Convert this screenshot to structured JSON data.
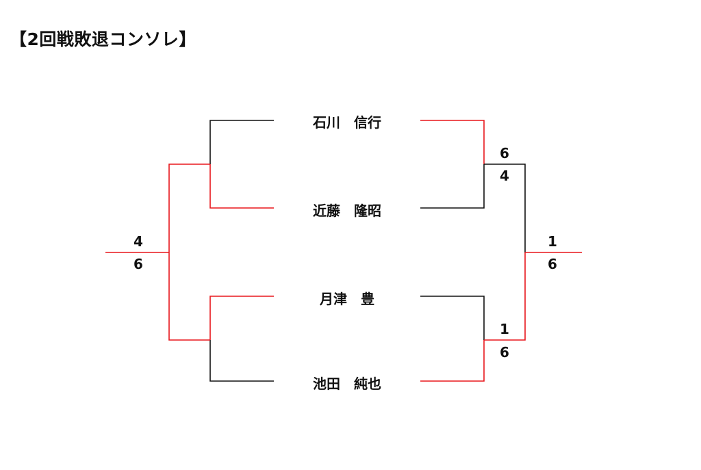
{
  "title": "【2回戦敗退コンソレ】",
  "colors": {
    "winner_line": "#e8161c",
    "loser_line": "#111111"
  },
  "players": [
    {
      "name": "石川　信行"
    },
    {
      "name": "近藤　隆昭"
    },
    {
      "name": "月津　豊"
    },
    {
      "name": "池田　純也"
    }
  ],
  "right_semis": [
    {
      "players": [
        "石川　信行",
        "近藤　隆昭"
      ],
      "score_top": "6",
      "score_bottom": "4",
      "winner": "石川　信行"
    },
    {
      "players": [
        "月津　豊",
        "池田　純也"
      ],
      "score_top": "1",
      "score_bottom": "6",
      "winner": "池田　純也"
    }
  ],
  "right_final": {
    "score_top": "1",
    "score_bottom": "6",
    "winner": "池田　純也"
  },
  "left_semis": [
    {
      "players": [
        "石川　信行",
        "近藤　隆昭"
      ],
      "winner": "近藤　隆昭"
    },
    {
      "players": [
        "月津　豊",
        "池田　純也"
      ],
      "winner": "月津　豊"
    }
  ],
  "left_final": {
    "score_top": "4",
    "score_bottom": "6",
    "winner": "月津　豊"
  }
}
